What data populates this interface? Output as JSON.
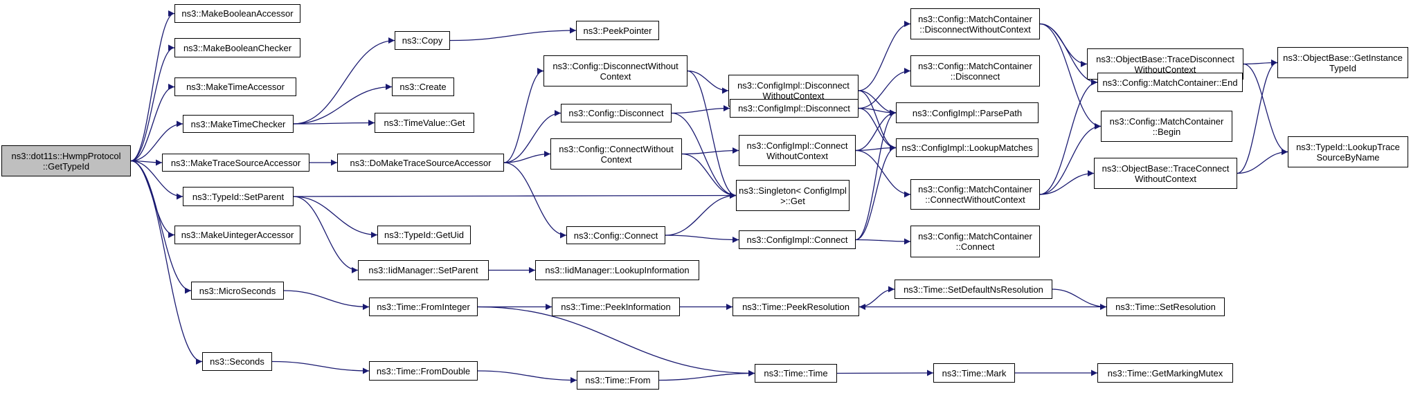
{
  "diagram": {
    "edge_color": "#191970",
    "root_fill": "#bfbfbf",
    "nodes": [
      {
        "id": "root",
        "label": "ns3::dot11s::HwmpProtocol\n::GetTypeId",
        "root": true
      },
      {
        "id": "mba",
        "label": "ns3::MakeBooleanAccessor"
      },
      {
        "id": "mbc",
        "label": "ns3::MakeBooleanChecker"
      },
      {
        "id": "mta",
        "label": "ns3::MakeTimeAccessor"
      },
      {
        "id": "mtc",
        "label": "ns3::MakeTimeChecker"
      },
      {
        "id": "mtsa",
        "label": "ns3::MakeTraceSourceAccessor"
      },
      {
        "id": "tsp",
        "label": "ns3::TypeId::SetParent"
      },
      {
        "id": "mua",
        "label": "ns3::MakeUintegerAccessor"
      },
      {
        "id": "micro",
        "label": "ns3::MicroSeconds"
      },
      {
        "id": "sec",
        "label": "ns3::Seconds"
      },
      {
        "id": "copy",
        "label": "ns3::Copy"
      },
      {
        "id": "peekptr",
        "label": "ns3::PeekPointer"
      },
      {
        "id": "create",
        "label": "ns3::Create"
      },
      {
        "id": "tvget",
        "label": "ns3::TimeValue::Get"
      },
      {
        "id": "dmtsa",
        "label": "ns3::DoMakeTraceSourceAccessor"
      },
      {
        "id": "getuid",
        "label": "ns3::TypeId::GetUid"
      },
      {
        "id": "iidsp",
        "label": "ns3::IidManager::SetParent"
      },
      {
        "id": "iidli",
        "label": "ns3::IidManager::LookupInformation"
      },
      {
        "id": "cdwc",
        "label": "ns3::Config::DisconnectWithout\nContext"
      },
      {
        "id": "cdisc",
        "label": "ns3::Config::Disconnect"
      },
      {
        "id": "ccwc",
        "label": "ns3::Config::ConnectWithout\nContext"
      },
      {
        "id": "cconn",
        "label": "ns3::Config::Connect"
      },
      {
        "id": "cidwc",
        "label": "ns3::ConfigImpl::Disconnect\nWithoutContext"
      },
      {
        "id": "cidisc",
        "label": "ns3::ConfigImpl::Disconnect"
      },
      {
        "id": "cicwc",
        "label": "ns3::ConfigImpl::Connect\nWithoutContext"
      },
      {
        "id": "singleton",
        "label": "ns3::Singleton< ConfigImpl\n>::Get"
      },
      {
        "id": "ciconn",
        "label": "ns3::ConfigImpl::Connect"
      },
      {
        "id": "tfi",
        "label": "ns3::Time::FromInteger"
      },
      {
        "id": "tfd",
        "label": "ns3::Time::FromDouble"
      },
      {
        "id": "tpi",
        "label": "ns3::Time::PeekInformation"
      },
      {
        "id": "tfrom",
        "label": "ns3::Time::From"
      },
      {
        "id": "tpr",
        "label": "ns3::Time::PeekResolution"
      },
      {
        "id": "ttime",
        "label": "ns3::Time::Time"
      },
      {
        "id": "tsdnr",
        "label": "ns3::Time::SetDefaultNsResolution"
      },
      {
        "id": "tsr",
        "label": "ns3::Time::SetResolution"
      },
      {
        "id": "tmark",
        "label": "ns3::Time::Mark"
      },
      {
        "id": "tgmm",
        "label": "ns3::Time::GetMarkingMutex"
      },
      {
        "id": "cmcdwc",
        "label": "ns3::Config::MatchContainer\n::DisconnectWithoutContext"
      },
      {
        "id": "cmcdisc",
        "label": "ns3::Config::MatchContainer\n::Disconnect"
      },
      {
        "id": "cipp",
        "label": "ns3::ConfigImpl::ParsePath"
      },
      {
        "id": "cilm",
        "label": "ns3::ConfigImpl::LookupMatches"
      },
      {
        "id": "cmccwc",
        "label": "ns3::Config::MatchContainer\n::ConnectWithoutContext"
      },
      {
        "id": "cmcconn",
        "label": "ns3::Config::MatchContainer\n::Connect"
      },
      {
        "id": "obtdwc",
        "label": "ns3::ObjectBase::TraceDisconnect\nWithoutContext"
      },
      {
        "id": "cmcend",
        "label": "ns3::Config::MatchContainer::End"
      },
      {
        "id": "cmcbegin",
        "label": "ns3::Config::MatchContainer\n::Begin"
      },
      {
        "id": "obtcwc",
        "label": "ns3::ObjectBase::TraceConnect\nWithoutContext"
      },
      {
        "id": "obgit",
        "label": "ns3::ObjectBase::GetInstance\nTypeId"
      },
      {
        "id": "tilts",
        "label": "ns3::TypeId::LookupTrace\nSourceByName"
      }
    ],
    "edges": [
      [
        "root",
        "mba"
      ],
      [
        "root",
        "mbc"
      ],
      [
        "root",
        "mta"
      ],
      [
        "root",
        "mtc"
      ],
      [
        "root",
        "mtsa"
      ],
      [
        "root",
        "tsp"
      ],
      [
        "root",
        "mua"
      ],
      [
        "root",
        "micro"
      ],
      [
        "root",
        "sec"
      ],
      [
        "mtc",
        "copy"
      ],
      [
        "mtc",
        "create"
      ],
      [
        "mtc",
        "tvget"
      ],
      [
        "copy",
        "peekptr"
      ],
      [
        "mtsa",
        "dmtsa"
      ],
      [
        "dmtsa",
        "cdwc"
      ],
      [
        "dmtsa",
        "cdisc"
      ],
      [
        "dmtsa",
        "ccwc"
      ],
      [
        "dmtsa",
        "cconn"
      ],
      [
        "tsp",
        "singleton"
      ],
      [
        "tsp",
        "getuid"
      ],
      [
        "tsp",
        "iidsp"
      ],
      [
        "iidsp",
        "iidli"
      ],
      [
        "cdwc",
        "cidwc"
      ],
      [
        "cdwc",
        "singleton"
      ],
      [
        "cdisc",
        "cidisc"
      ],
      [
        "cdisc",
        "singleton"
      ],
      [
        "ccwc",
        "cicwc"
      ],
      [
        "ccwc",
        "singleton"
      ],
      [
        "cconn",
        "singleton"
      ],
      [
        "cconn",
        "ciconn"
      ],
      [
        "cidwc",
        "cmcdwc"
      ],
      [
        "cidwc",
        "cipp"
      ],
      [
        "cidwc",
        "cilm"
      ],
      [
        "cidisc",
        "cmcdisc"
      ],
      [
        "cidisc",
        "cipp"
      ],
      [
        "cidisc",
        "cilm"
      ],
      [
        "cicwc",
        "cipp"
      ],
      [
        "cicwc",
        "cilm"
      ],
      [
        "cicwc",
        "cmccwc"
      ],
      [
        "ciconn",
        "cipp"
      ],
      [
        "ciconn",
        "cilm"
      ],
      [
        "ciconn",
        "cmcconn"
      ],
      [
        "cmcdwc",
        "obtdwc"
      ],
      [
        "cmcdwc",
        "cmcend"
      ],
      [
        "cmcdwc",
        "cmcbegin"
      ],
      [
        "cmccwc",
        "cmcend"
      ],
      [
        "cmccwc",
        "cmcbegin"
      ],
      [
        "cmccwc",
        "obtcwc"
      ],
      [
        "obtdwc",
        "obgit"
      ],
      [
        "obtdwc",
        "tilts"
      ],
      [
        "obtcwc",
        "obgit"
      ],
      [
        "obtcwc",
        "tilts"
      ],
      [
        "micro",
        "tfi"
      ],
      [
        "sec",
        "tfd"
      ],
      [
        "tfi",
        "tpi"
      ],
      [
        "tfi",
        "ttime"
      ],
      [
        "tpi",
        "tpr"
      ],
      [
        "tfd",
        "tfrom"
      ],
      [
        "tfrom",
        "ttime"
      ],
      [
        "tpr",
        "tsdnr"
      ],
      [
        "tsdnr",
        "tsr"
      ],
      [
        "tsr",
        "tpr"
      ],
      [
        "ttime",
        "tmark"
      ],
      [
        "tmark",
        "tgmm"
      ]
    ]
  }
}
